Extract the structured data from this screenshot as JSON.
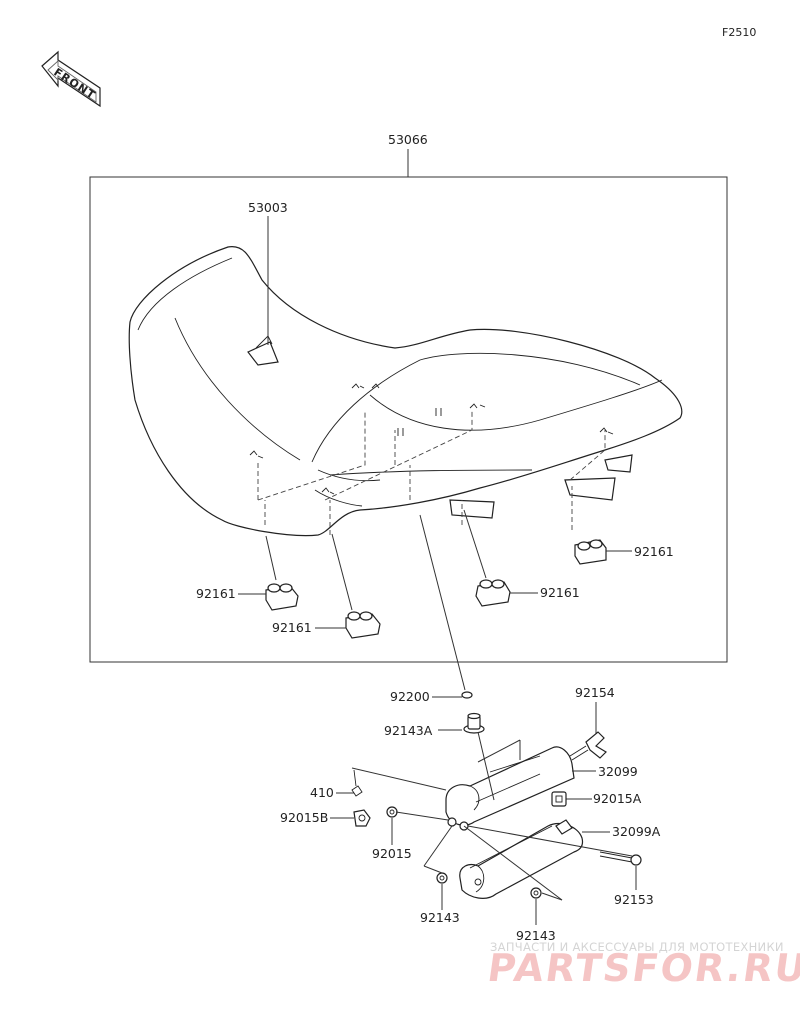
{
  "diagram_code": "F2510",
  "front_arrow_label": "FRONT",
  "labels": {
    "p53066": "53066",
    "p53003": "53003",
    "p92161_right": "92161",
    "p92161_left": "92161",
    "p92161_mid": "92161",
    "p92161_lower": "92161",
    "p92200": "92200",
    "p92143A": "92143A",
    "p92154": "92154",
    "p32099": "32099",
    "p410": "410",
    "p92015A": "92015A",
    "p92015B": "92015B",
    "p32099A": "32099A",
    "p92015": "92015",
    "p92153": "92153",
    "p92143_left": "92143",
    "p92143_right": "92143"
  },
  "watermark": {
    "tagline": "ЗАПЧАСТИ И АКСЕССУАРЫ ДЛЯ МОТОТЕХНИКИ",
    "brand": "PARTSFOR.RU"
  },
  "colors": {
    "line": "#333333",
    "text": "#222222",
    "watermark_brand": "#e05a5a",
    "watermark_tagline": "#d4d4d4"
  }
}
